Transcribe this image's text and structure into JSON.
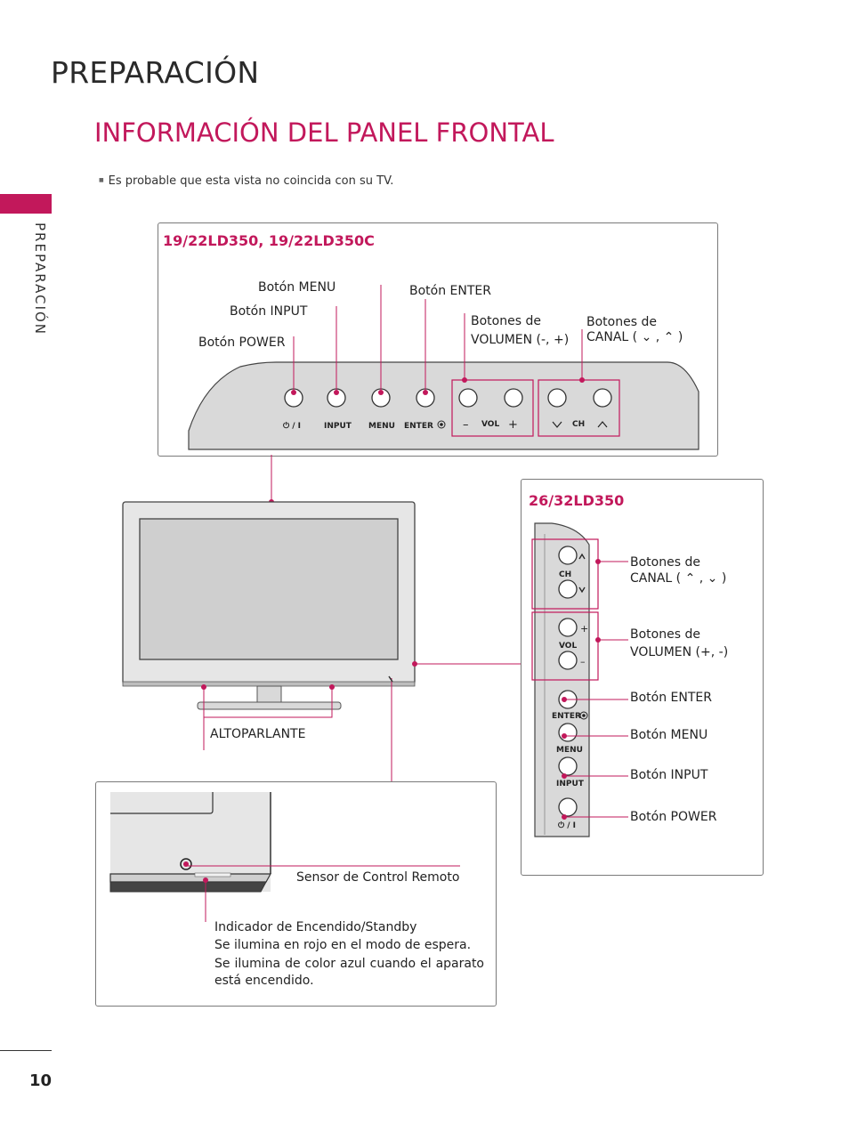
{
  "header": {
    "title": "PREPARACIÓN",
    "section_title": "INFORMACIÓN DEL PANEL FRONTAL",
    "side_label": "PREPARACIÓN"
  },
  "note": "Es probable que esta vista no coincida con su TV.",
  "top_panel": {
    "model": "19/22LD350, 19/22LD350C",
    "labels": {
      "menu": "Botón MENU",
      "input": "Botón INPUT",
      "power": "Botón POWER",
      "enter": "Botón ENTER",
      "volume_line1": "Botones de",
      "volume_line2": "VOLUMEN (-, +)",
      "channel_line1": "Botones de",
      "channel_line2": "CANAL ( ⌄ , ⌃ )"
    },
    "button_text": {
      "power": "⏻ / I",
      "input": "INPUT",
      "menu": "MENU",
      "enter": "ENTER",
      "vol": "VOL",
      "ch": "CH",
      "minus": "–",
      "plus": "+"
    }
  },
  "tv_label": {
    "speaker": "ALTOPARLANTE"
  },
  "side_panel": {
    "model": "26/32LD350",
    "labels": {
      "channel_line1": "Botones de",
      "channel_line2": "CANAL ( ⌃ , ⌄ )",
      "volume_line1": "Botones de",
      "volume_line2": "VOLUMEN (+, -)",
      "enter": "Botón ENTER",
      "menu": "Botón MENU",
      "input": "Botón INPUT",
      "power": "Botón POWER"
    },
    "button_text": {
      "ch": "CH",
      "vol": "VOL",
      "enter": "ENTER",
      "menu": "MENU",
      "input": "INPUT",
      "power": "⏻ / I",
      "plus": "+",
      "minus": "–"
    }
  },
  "bottom_panel": {
    "sensor": "Sensor de Control Remoto",
    "indicator_title": "Indicador de Encendido/Standby",
    "indicator_line1": "Se ilumina en rojo en el modo de espera.",
    "indicator_line2": "Se ilumina de color azul cuando el aparato está encendido."
  },
  "page_number": "10",
  "colors": {
    "accent": "#c2185b",
    "panel_gray": "#d9d9d9",
    "screen_gray": "#cfcfcf"
  }
}
